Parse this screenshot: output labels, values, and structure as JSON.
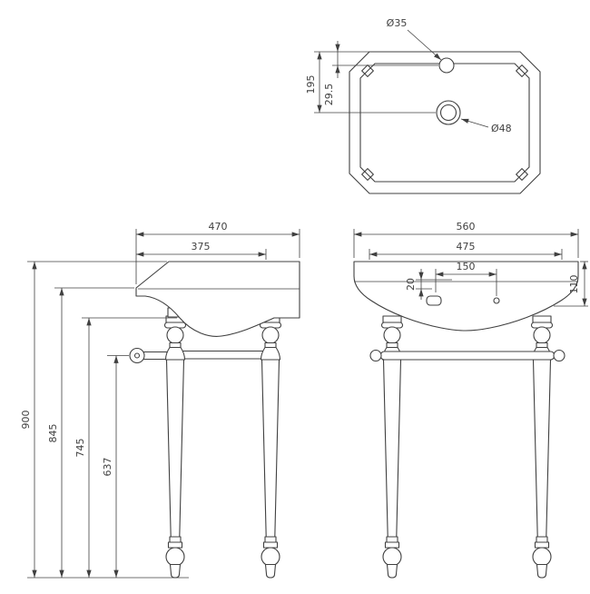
{
  "page": {
    "background": "#ffffff",
    "line_color": "#404040"
  },
  "views": {
    "plan": {
      "labels": {
        "tap_hole_diameter": "Ø35",
        "waste_diameter": "Ø48",
        "back_edge_to_waste": "195",
        "back_edge_to_tap": "29.5"
      }
    },
    "side": {
      "labels": {
        "overall_depth": "470",
        "basin_depth": "375",
        "overall_height": "900",
        "rim_height": "845",
        "underside_height": "745",
        "rail_height": "637"
      }
    },
    "front": {
      "labels": {
        "overall_width": "560",
        "inner_width": "475",
        "tap_centres": "150",
        "deck_drop": "20",
        "basin_front_height": "110"
      }
    }
  }
}
